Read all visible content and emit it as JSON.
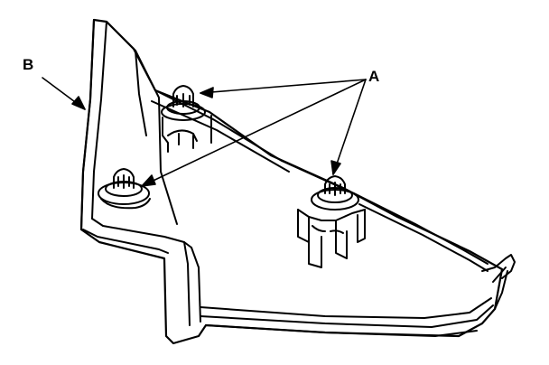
{
  "diagram": {
    "callouts": [
      {
        "id": "A",
        "text": "A",
        "target": "clips"
      },
      {
        "id": "B",
        "text": "B",
        "target": "trim-panel"
      }
    ],
    "colors": {
      "ink": "#000000",
      "background": "#ffffff"
    }
  }
}
